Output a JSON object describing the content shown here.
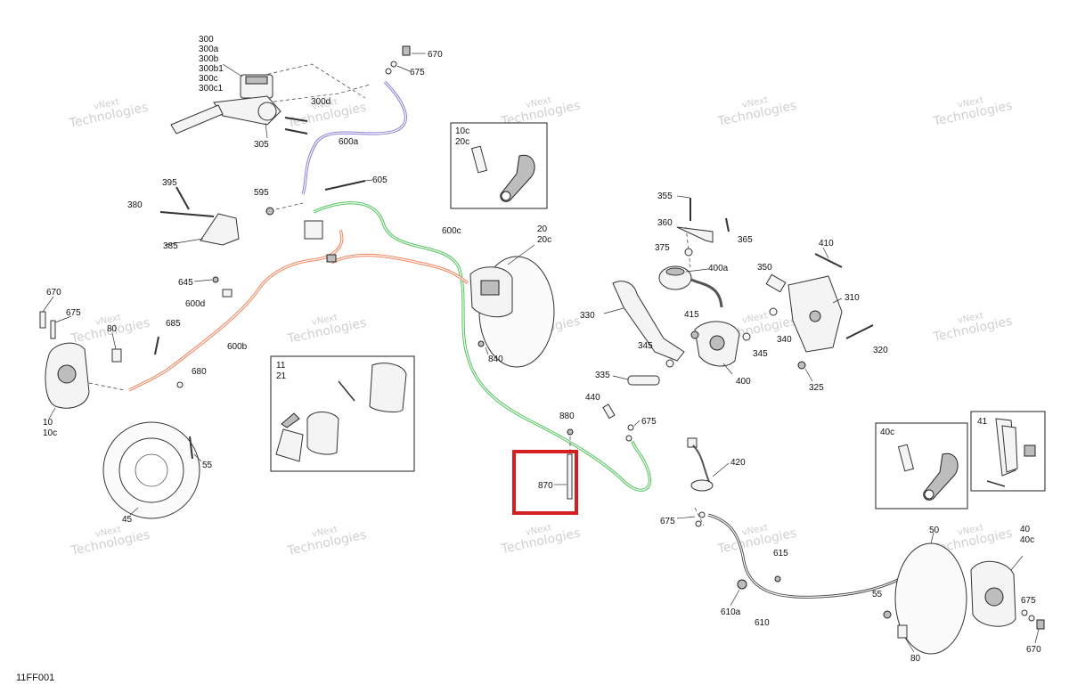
{
  "diagram_code": "11FF001",
  "watermark_lines": [
    "vNext",
    "Technologies"
  ],
  "highlight_color": "#d42020",
  "line_colors": {
    "hose_600a": "#8a7fd6",
    "hose_600b": "#f0825a",
    "hose_600c": "#4fc45a",
    "neutral": "#333333"
  },
  "labels": {
    "l300": "300",
    "l300a": "300a",
    "l300b": "300b",
    "l300b1": "300b1",
    "l300c": "300c",
    "l300c1": "300c1",
    "l300d": "300d",
    "l305": "305",
    "l600a": "600a",
    "l670a": "670",
    "l675a": "675",
    "l10c_top": "10c",
    "l20c_top": "20c",
    "l395": "395",
    "l380": "380",
    "l385": "385",
    "l595": "595",
    "l605": "605",
    "l600c": "600c",
    "l20": "20",
    "l20c": "20c",
    "l645": "645",
    "l600d": "600d",
    "l670b": "670",
    "l675b": "675",
    "l80a": "80",
    "l685": "685",
    "l600b": "600b",
    "l680": "680",
    "l10": "10",
    "l10c": "10c",
    "l11": "11",
    "l21": "21",
    "l840": "840",
    "l55a": "55",
    "l45": "45",
    "l440": "440",
    "l880": "880",
    "l675c": "675",
    "l870": "870",
    "l355": "355",
    "l360": "360",
    "l365": "365",
    "l375": "375",
    "l400a": "400a",
    "l330": "330",
    "l415": "415",
    "l345a": "345",
    "l345b": "345",
    "l335": "335",
    "l400": "400",
    "l350": "350",
    "l410": "410",
    "l310": "310",
    "l340": "340",
    "l320": "320",
    "l325": "325",
    "l420": "420",
    "l675d": "675",
    "l40c_box": "40c",
    "l41": "41",
    "l615": "615",
    "l610a": "610a",
    "l610": "610",
    "l50": "50",
    "l40": "40",
    "l40c": "40c",
    "l55b": "55",
    "l675e": "675",
    "l670c": "670",
    "l80b": "80"
  }
}
